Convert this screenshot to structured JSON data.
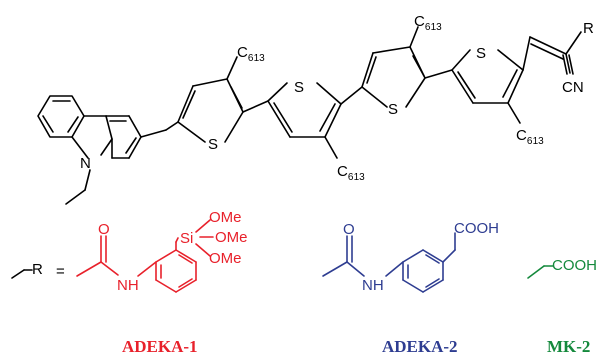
{
  "colors": {
    "core": "#000000",
    "adeka1": "#e8212b",
    "adeka2": "#2e3d91",
    "mk2": "#14893c"
  },
  "core_labels": {
    "S": "S",
    "N": "N",
    "C6": "C",
    "six": "6",
    "thirteen": "13",
    "R": "R",
    "CN": "CN"
  },
  "r_def": {
    "R": "R",
    "eq": "="
  },
  "adeka1": {
    "O": "O",
    "NH": "NH",
    "Si": "Si",
    "OMe": "OMe",
    "label": "ADEKA-1"
  },
  "adeka2": {
    "O": "O",
    "NH": "NH",
    "COOH": "COOH",
    "label": "ADEKA-2"
  },
  "mk2": {
    "COOH": "COOH",
    "label": "MK-2"
  }
}
